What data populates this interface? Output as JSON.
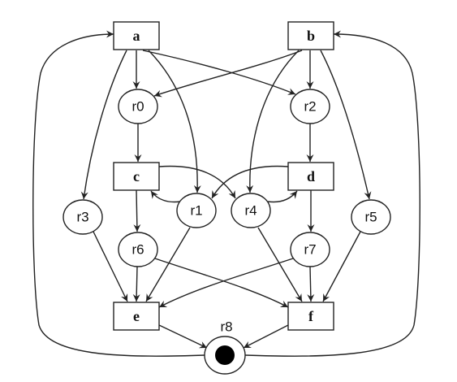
{
  "diagram": {
    "transitions": [
      {
        "id": "a",
        "label": "a"
      },
      {
        "id": "b",
        "label": "b"
      },
      {
        "id": "c",
        "label": "c"
      },
      {
        "id": "d",
        "label": "d"
      },
      {
        "id": "e",
        "label": "e"
      },
      {
        "id": "f",
        "label": "f"
      }
    ],
    "places": [
      {
        "id": "r0",
        "label": "r0",
        "tokens": 0
      },
      {
        "id": "r1",
        "label": "r1",
        "tokens": 0
      },
      {
        "id": "r2",
        "label": "r2",
        "tokens": 0
      },
      {
        "id": "r3",
        "label": "r3",
        "tokens": 0
      },
      {
        "id": "r4",
        "label": "r4",
        "tokens": 0
      },
      {
        "id": "r5",
        "label": "r5",
        "tokens": 0
      },
      {
        "id": "r6",
        "label": "r6",
        "tokens": 0
      },
      {
        "id": "r7",
        "label": "r7",
        "tokens": 0
      },
      {
        "id": "r8",
        "label": "r8",
        "tokens": 1
      }
    ],
    "arcs": [
      {
        "from": "a",
        "to": "r0"
      },
      {
        "from": "a",
        "to": "r2"
      },
      {
        "from": "a",
        "to": "r1"
      },
      {
        "from": "a",
        "to": "r3"
      },
      {
        "from": "b",
        "to": "r0"
      },
      {
        "from": "b",
        "to": "r2"
      },
      {
        "from": "b",
        "to": "r4"
      },
      {
        "from": "b",
        "to": "r5"
      },
      {
        "from": "r0",
        "to": "c"
      },
      {
        "from": "r2",
        "to": "d"
      },
      {
        "from": "c",
        "to": "r4"
      },
      {
        "from": "d",
        "to": "r1"
      },
      {
        "from": "r1",
        "to": "c"
      },
      {
        "from": "r4",
        "to": "d"
      },
      {
        "from": "c",
        "to": "r6"
      },
      {
        "from": "d",
        "to": "r7"
      },
      {
        "from": "r3",
        "to": "e"
      },
      {
        "from": "r1",
        "to": "e"
      },
      {
        "from": "r6",
        "to": "e"
      },
      {
        "from": "r7",
        "to": "e"
      },
      {
        "from": "r5",
        "to": "f"
      },
      {
        "from": "r4",
        "to": "f"
      },
      {
        "from": "r7",
        "to": "f"
      },
      {
        "from": "r6",
        "to": "f"
      },
      {
        "from": "e",
        "to": "r8"
      },
      {
        "from": "f",
        "to": "r8"
      },
      {
        "from": "r8",
        "to": "a"
      },
      {
        "from": "r8",
        "to": "b"
      }
    ]
  }
}
